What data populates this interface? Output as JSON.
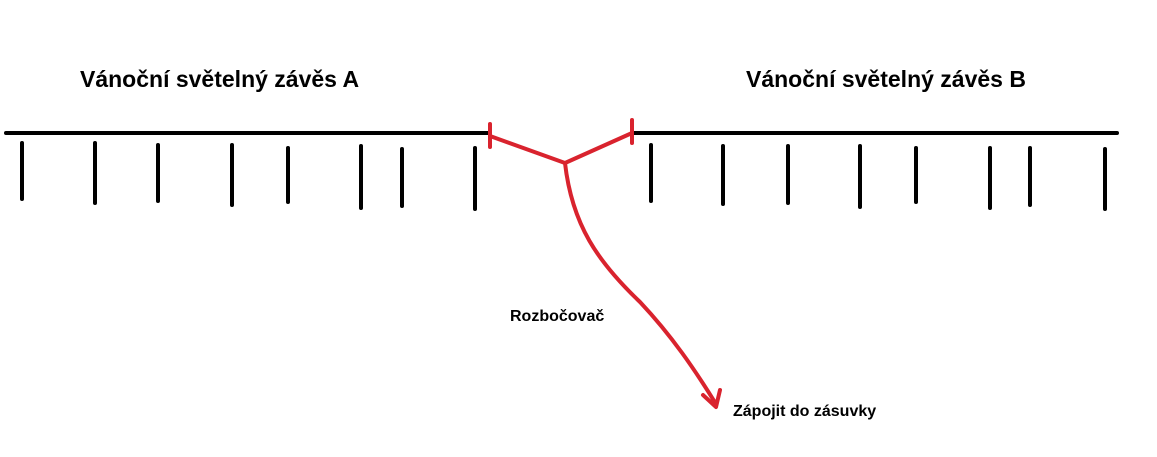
{
  "labels": {
    "curtain_a": "Vánoční světelný závěs A",
    "curtain_b": "Vánoční světelný závěs B",
    "splitter": "Rozbočovač",
    "plug_in": "Zápojit do zásuvky"
  },
  "colors": {
    "curtain": "#000000",
    "splitter_cable": "#d9232e"
  },
  "diagram": {
    "curtain_a_strands": 8,
    "curtain_b_strands": 8
  }
}
